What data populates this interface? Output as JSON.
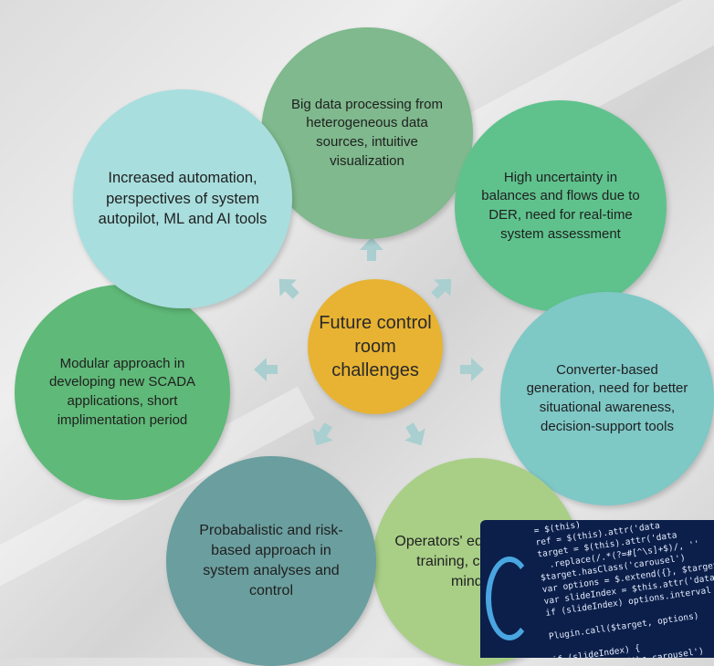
{
  "diagram": {
    "center": "Future control room challenges",
    "nodes": [
      {
        "id": "big-data",
        "text": "Big data processing from heterogeneous data sources, intuitive visualization",
        "color": "#7fb98d"
      },
      {
        "id": "uncertainty",
        "text": "High uncertainty in balances and flows due to DER, need for real-time system assessment",
        "color": "#5fc28d"
      },
      {
        "id": "converter",
        "text": "Converter-based generation, need for better situational awareness, decision-support tools",
        "color": "#7ec8c6"
      },
      {
        "id": "operators",
        "text": "Operators' education and training, change of mindset",
        "color": "#a9cf87"
      },
      {
        "id": "probabilistic",
        "text": "Probabalistic and risk-based approach in system analyses and control",
        "color": "#6b9e9e"
      },
      {
        "id": "modular",
        "text": "Modular approach in developing new SCADA applications, short implimentation period",
        "color": "#5fb978"
      },
      {
        "id": "automation",
        "text": "Increased automation, perspectives of system autopilot, ML and AI tools",
        "color": "#a8dede"
      }
    ],
    "center_color": "#e8b332",
    "arrow_color": "#a9cfd0"
  },
  "corner_image": {
    "code_lines": [
      "= $(this)",
      "ref = $(this).attr('data",
      "target = $(this).attr('data",
      "  .replace(/.*(?=#[^\\s]+$)/, ''",
      "$target.hasClass('carousel')",
      "var options = $.extend({}, $target",
      "var slideIndex = $this.attr('data",
      "if (slideIndex) options.interval",
      "",
      "Plugin.call($target, options)",
      "",
      "if (slideIndex) {",
      "  $target.data('bs.carousel')"
    ]
  }
}
